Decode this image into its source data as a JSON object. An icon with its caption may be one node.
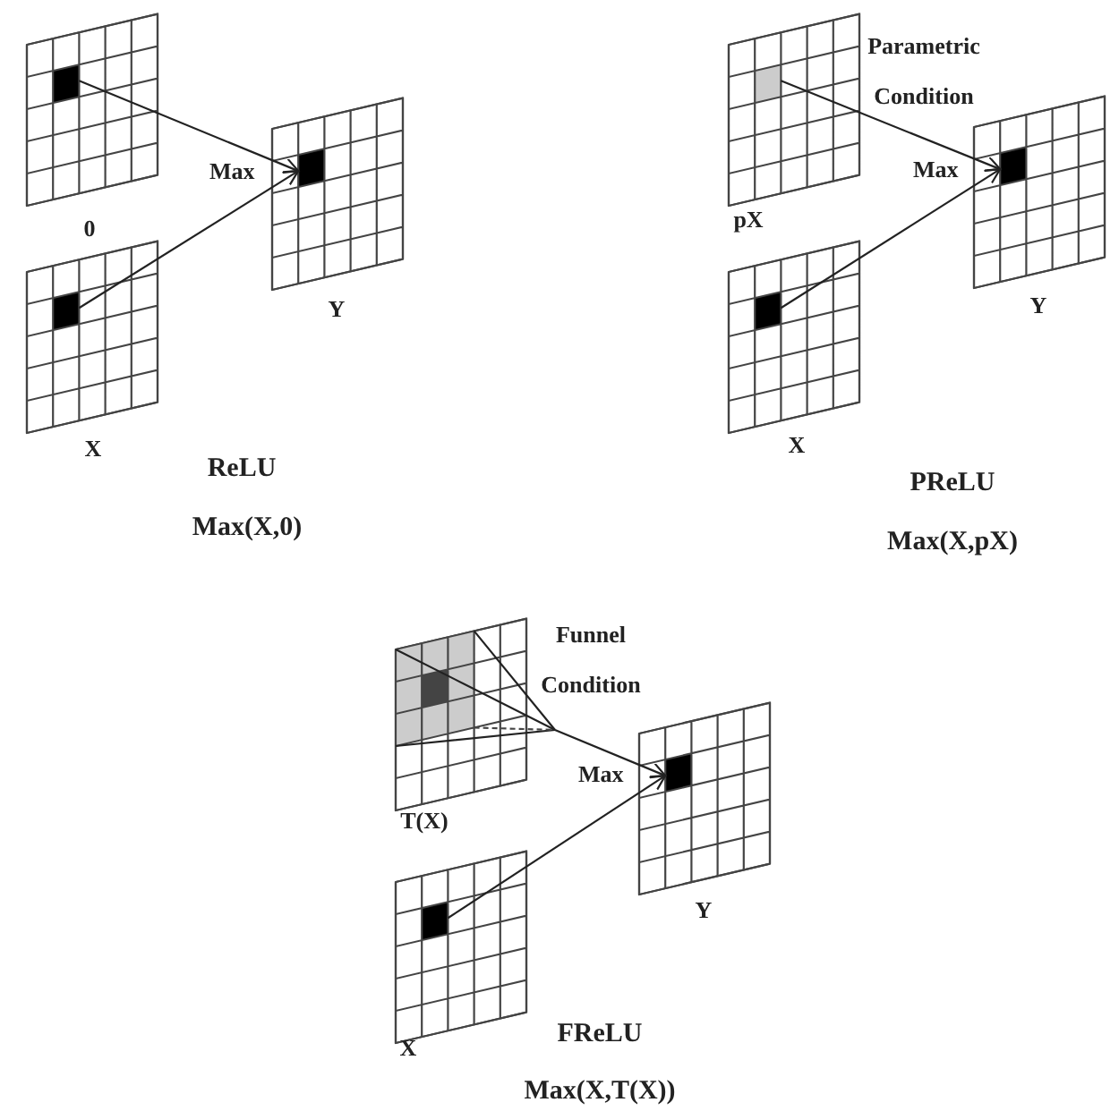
{
  "diagram": {
    "nodes": [
      {
        "text": [],
        "shape": "grid",
        "beside": [
          "0"
        ]
      },
      {
        "text": [],
        "shape": "box",
        "in": 0
      },
      {
        "text": [],
        "shape": "grid",
        "beside": [
          "X"
        ]
      },
      {
        "text": [],
        "shape": "box",
        "in": 2
      },
      {
        "text": [],
        "shape": "grid",
        "beside": [
          "Y"
        ]
      },
      {
        "text": [],
        "shape": "box",
        "in": 4
      },
      {
        "text": [],
        "shape": "grid",
        "beside": [
          "pX"
        ]
      },
      {
        "text": [],
        "shape": "box",
        "in": 6
      },
      {
        "text": [],
        "shape": "grid",
        "beside": [
          "X"
        ]
      },
      {
        "text": [],
        "shape": "box",
        "in": 8
      },
      {
        "text": [],
        "shape": "grid",
        "beside": [
          "Y"
        ]
      },
      {
        "text": [],
        "shape": "box",
        "in": 10
      },
      {
        "text": [],
        "shape": "grid",
        "beside": [
          "T(X)"
        ]
      },
      {
        "text": [],
        "shape": "box",
        "in": 12
      },
      {
        "text": [],
        "shape": "grid",
        "beside": [
          "X"
        ]
      },
      {
        "text": [],
        "shape": "box",
        "in": 14
      },
      {
        "text": [],
        "shape": "grid",
        "beside": [
          "Y"
        ]
      },
      {
        "text": [],
        "shape": "box",
        "in": 16
      }
    ],
    "edges": [
      {
        "from": 1,
        "to": 5,
        "arrow": "to"
      },
      {
        "from": 3,
        "to": 5,
        "arrow": "to"
      },
      {
        "from": 7,
        "to": 11,
        "arrow": "to"
      },
      {
        "from": 9,
        "to": 11,
        "arrow": "to"
      },
      {
        "from": 13,
        "to": 17,
        "arrow": "to"
      },
      {
        "from": 15,
        "to": 17,
        "arrow": "to"
      }
    ],
    "labels": [
      "Max",
      "ReLU",
      "Max(X,0)",
      "Parametric Condition",
      "Max",
      "PReLU",
      "Max(X,pX)",
      "Funnel Condition",
      "Max",
      "FReLU",
      "Max(X,T(X))"
    ]
  }
}
